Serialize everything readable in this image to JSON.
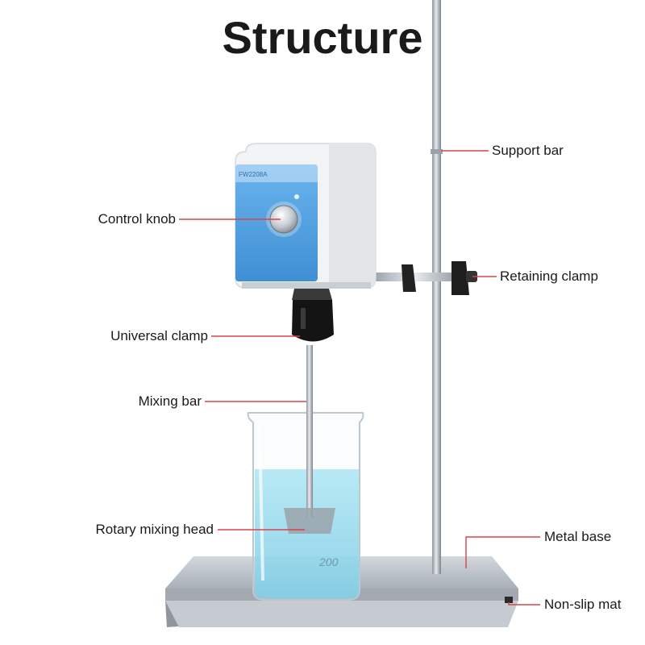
{
  "title": "Structure",
  "device": {
    "model_text": "FW2208A"
  },
  "beaker": {
    "volume_mark": "200"
  },
  "labels": {
    "support_bar": "Support bar",
    "control_knob": "Control knob",
    "retaining_clamp": "Retaining clamp",
    "universal_clamp": "Universal clamp",
    "mixing_bar": "Mixing bar",
    "rotary_mixing_head": "Rotary mixing head",
    "metal_base": "Metal base",
    "non_slip_mat": "Non-slip mat"
  },
  "colors": {
    "leader_line": "#d6454a",
    "panel_blue": "#4d9fe0",
    "liquid": "#7fd4ea",
    "base_plate": "#b9bfc6"
  }
}
